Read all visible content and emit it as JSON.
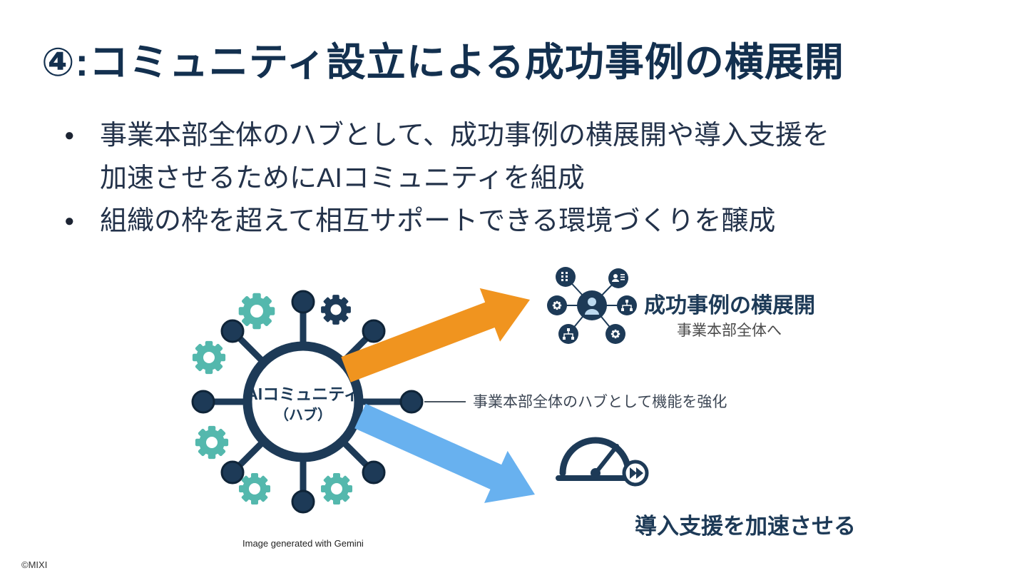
{
  "slide": {
    "title": "④:コミュニティ設立による成功事例の横展開",
    "bullet_marker": "●",
    "bullets": [
      {
        "lines": [
          "事業本部全体のハブとして、成功事例の横展開や導入支援を",
          "加速させるためにAIコミュニティを組成"
        ]
      },
      {
        "lines": [
          "組織の枠を超えて相互サポートできる環境づくりを醸成"
        ]
      }
    ],
    "copyright": "©MIXI"
  },
  "diagram": {
    "hub": {
      "line1": "AIコミュニティ",
      "line2": "（ハブ）"
    },
    "success": {
      "title": "成功事例の横展開",
      "subtitle": "事業本部全体へ"
    },
    "hub_note": "事業本部全体のハブとして機能を強化",
    "accelerate_title": "導入支援を加速させる",
    "caption": "Image generated with Gemini",
    "colors": {
      "navy": "#1d3a57",
      "teal": "#54b8ad",
      "orange": "#f0941f",
      "blue": "#68b1ef"
    }
  }
}
